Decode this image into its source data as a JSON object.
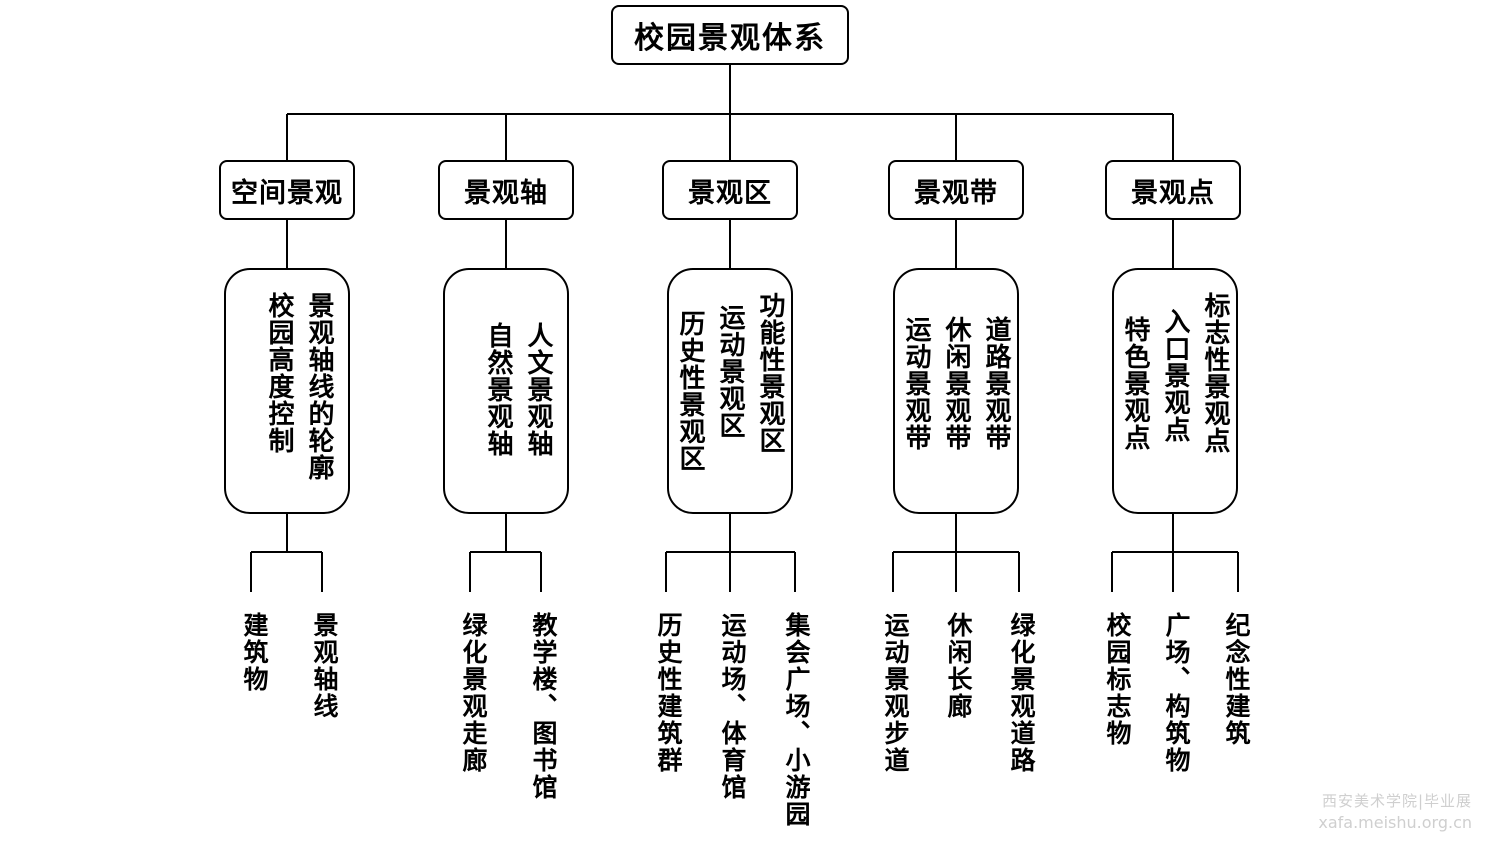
{
  "root": {
    "label": "校园景观体系"
  },
  "categories": [
    {
      "label": "空间景观",
      "items": [
        "景观轴线的轮廓",
        "校园高度控制"
      ],
      "leaves": [
        "景观轴线",
        "建筑物"
      ]
    },
    {
      "label": "景观轴",
      "items": [
        "人文景观轴",
        "自然景观轴"
      ],
      "leaves": [
        "教学楼、图书馆",
        "绿化景观走廊"
      ]
    },
    {
      "label": "景观区",
      "items": [
        "功能性景观区",
        "运动景观区",
        "历史性景观区"
      ],
      "leaves": [
        "集会广场、小游园",
        "运动场、体育馆",
        "历史性建筑群"
      ]
    },
    {
      "label": "景观带",
      "items": [
        "道路景观带",
        "休闲景观带",
        "运动景观带"
      ],
      "leaves": [
        "绿化景观道路",
        "休闲长廊",
        "运动景观步道"
      ]
    },
    {
      "label": "景观点",
      "items": [
        "标志性景观点",
        "入口景观点",
        "特色景观点"
      ],
      "leaves": [
        "纪念性建筑",
        "广场、构筑物",
        "校园标志物"
      ]
    }
  ],
  "watermark": {
    "line1": "西安美术学院|毕业展",
    "line2": "xafa.meishu.org.cn"
  },
  "colors": {
    "line": "#000000",
    "background": "#ffffff",
    "watermark": "#cfcfcf"
  }
}
